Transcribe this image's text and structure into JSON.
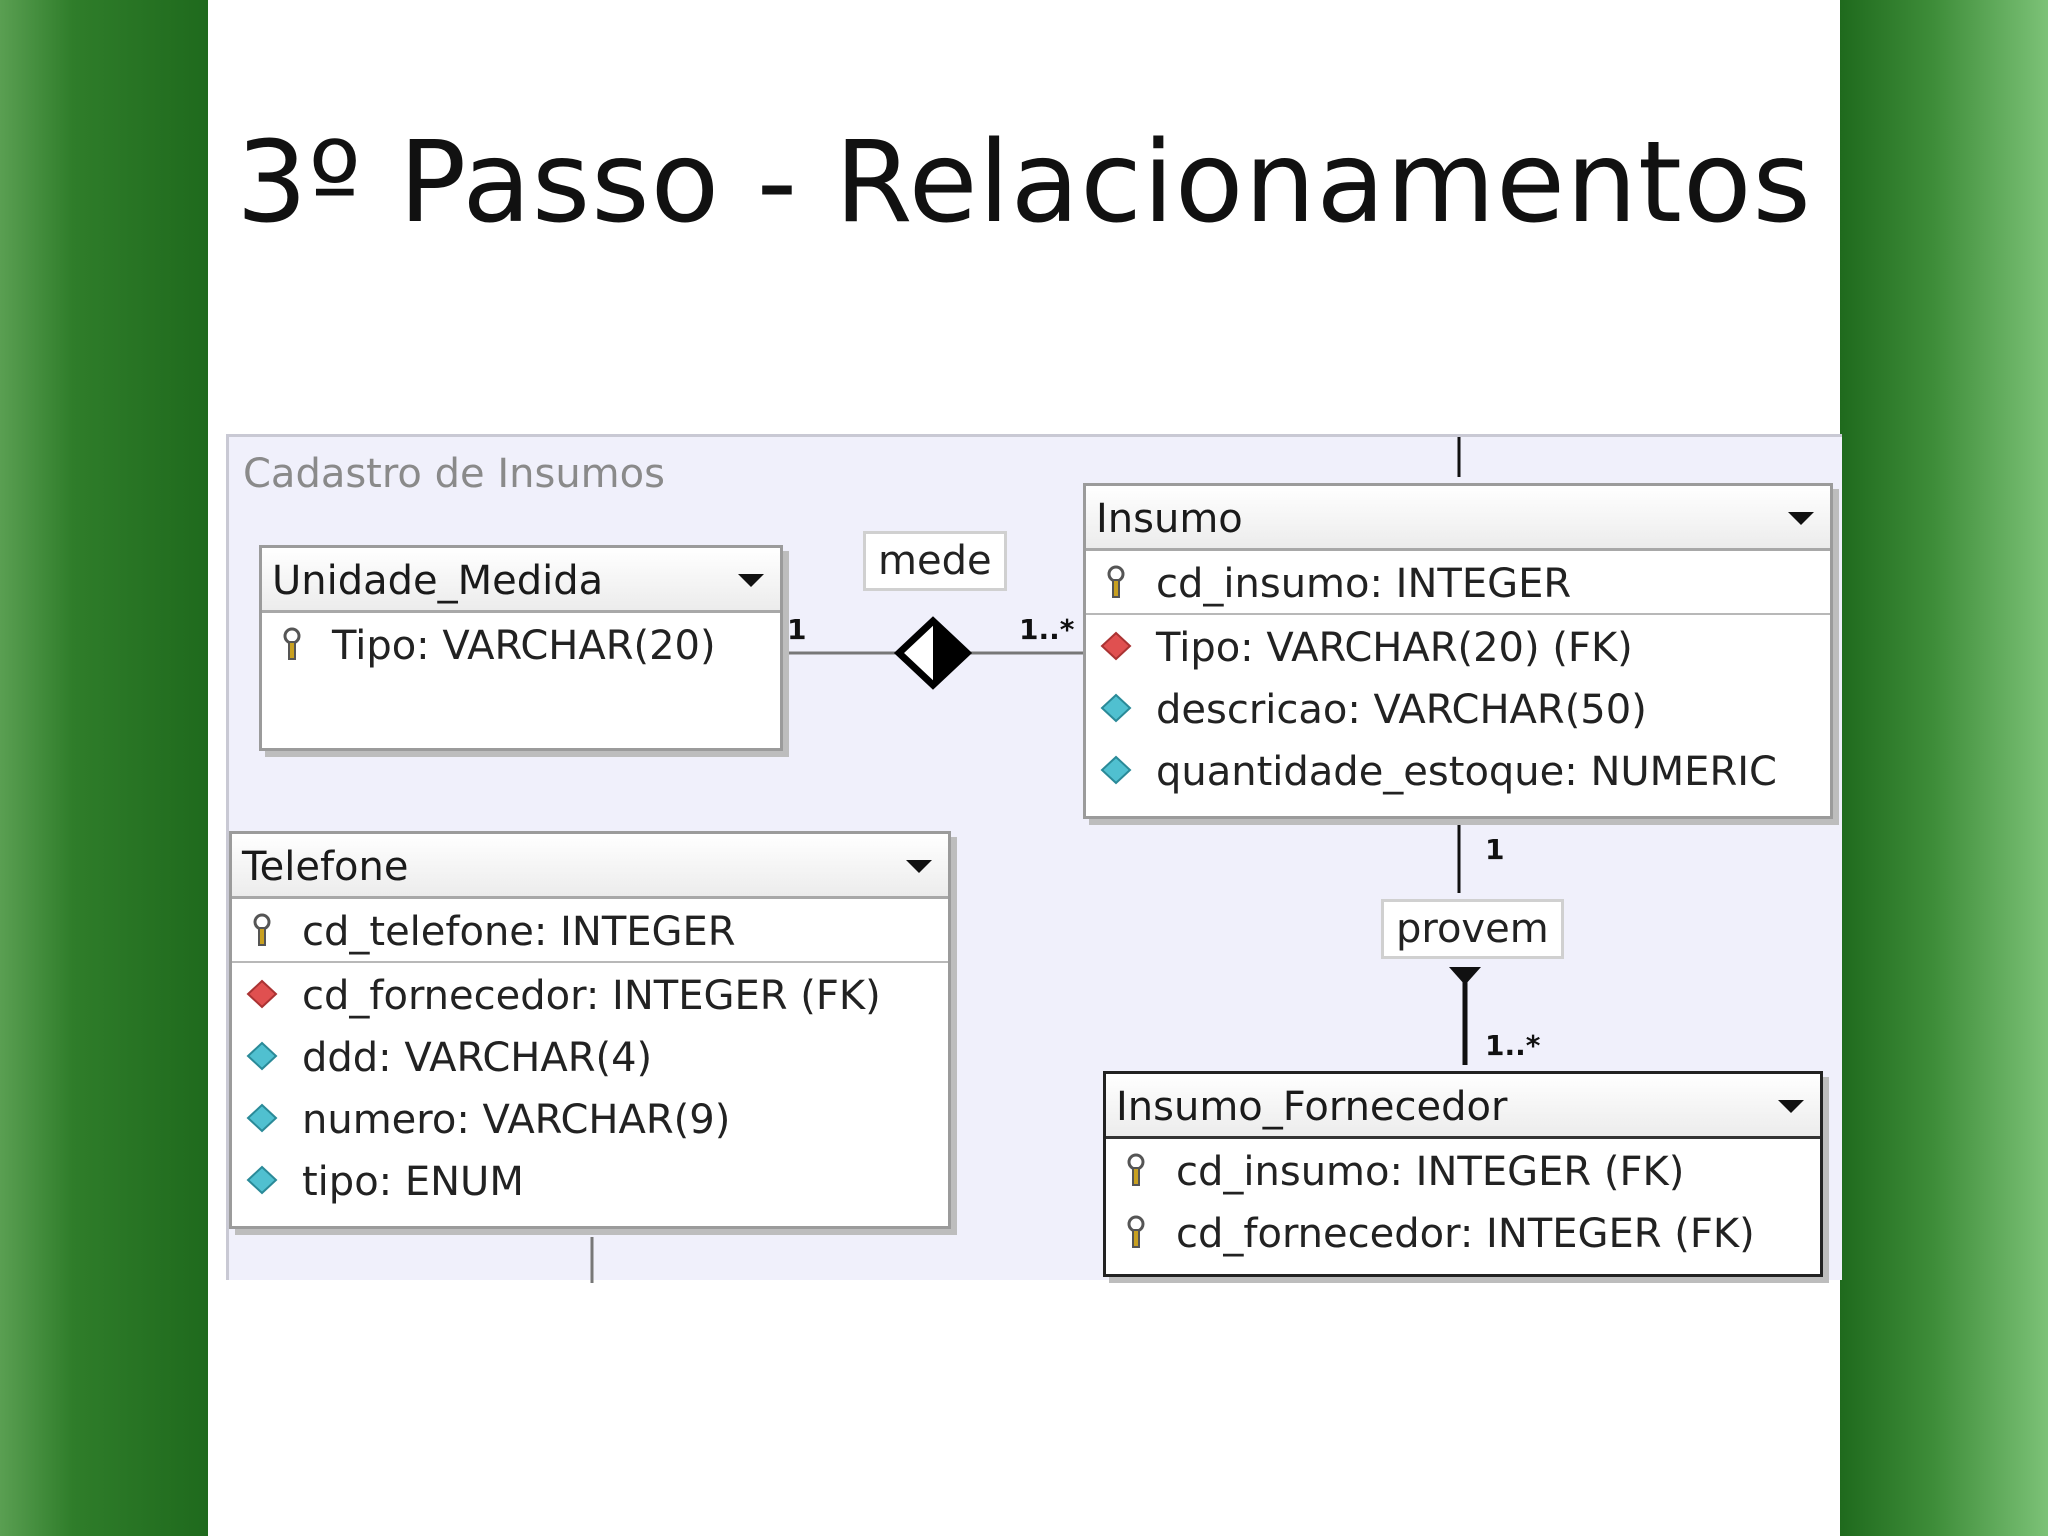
{
  "slide": {
    "title": "3º Passo - Relacionamentos"
  },
  "diagram": {
    "package_label": "Cadastro de Insumos",
    "tables": {
      "unidade_medida": {
        "name": "Unidade_Medida",
        "columns": [
          "Tipo: VARCHAR(20)"
        ]
      },
      "insumo": {
        "name": "Insumo",
        "columns": [
          "cd_insumo: INTEGER",
          "Tipo: VARCHAR(20) (FK)",
          "descricao: VARCHAR(50)",
          "quantidade_estoque: NUMERIC"
        ]
      },
      "telefone": {
        "name": "Telefone",
        "columns": [
          "cd_telefone: INTEGER",
          "cd_fornecedor: INTEGER (FK)",
          "ddd: VARCHAR(4)",
          "numero: VARCHAR(9)",
          "tipo: ENUM"
        ]
      },
      "insumo_fornecedor": {
        "name": "Insumo_Fornecedor",
        "columns": [
          "cd_insumo: INTEGER (FK)",
          "cd_fornecedor: INTEGER (FK)"
        ]
      }
    },
    "relationships": {
      "mede": {
        "label": "mede",
        "mult_left": "1",
        "mult_right": "1..*"
      },
      "provem": {
        "label": "provem",
        "mult_top": "1",
        "mult_bottom": "1..*"
      }
    }
  },
  "colors": {
    "sidebar_green": "#2f7d2a",
    "diagram_bg": "#f0f0fb"
  },
  "icons": {
    "pk": "key-icon",
    "fk": "red-diamond-icon",
    "attr": "cyan-diamond-icon"
  }
}
